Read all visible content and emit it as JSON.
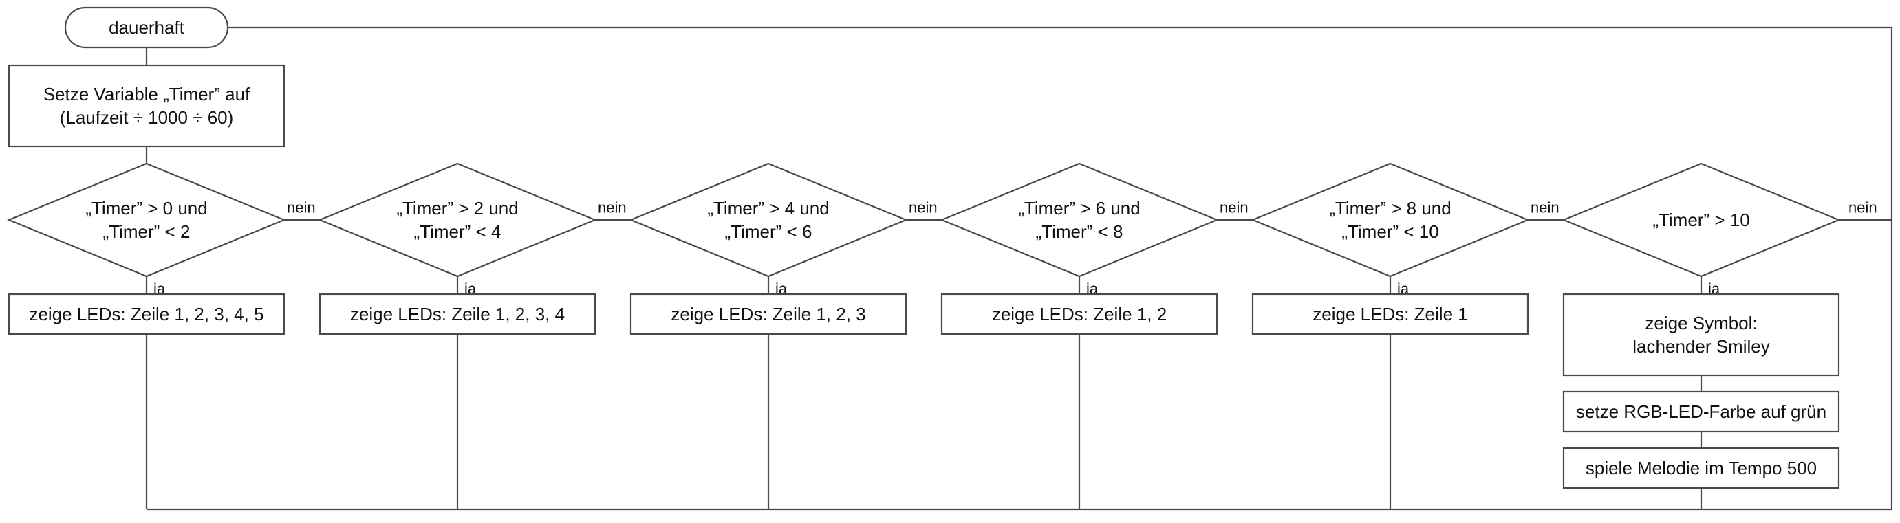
{
  "diagram": {
    "start_label": "dauerhaft",
    "init_lines": [
      "Setze Variable „Timer” auf",
      "(Laufzeit ÷ 1000 ÷ 60)"
    ],
    "no_label": "nein",
    "yes_label": "ja",
    "decisions": [
      {
        "lines": [
          "„Timer” > 0 und",
          "„Timer” < 2"
        ],
        "actions": [
          [
            "zeige LEDs: Zeile 1, 2, 3, 4, 5"
          ]
        ]
      },
      {
        "lines": [
          "„Timer” > 2 und",
          "„Timer” < 4"
        ],
        "actions": [
          [
            "zeige LEDs: Zeile 1, 2, 3, 4"
          ]
        ]
      },
      {
        "lines": [
          "„Timer” > 4 und",
          "„Timer” < 6"
        ],
        "actions": [
          [
            "zeige LEDs: Zeile 1, 2, 3"
          ]
        ]
      },
      {
        "lines": [
          "„Timer” > 6 und",
          "„Timer” < 8"
        ],
        "actions": [
          [
            "zeige LEDs: Zeile 1, 2"
          ]
        ]
      },
      {
        "lines": [
          "„Timer” > 8 und",
          "„Timer” < 10"
        ],
        "actions": [
          [
            "zeige LEDs: Zeile 1"
          ]
        ]
      },
      {
        "lines": [
          "„Timer” > 10"
        ],
        "actions": [
          [
            "zeige Symbol:",
            "lachender Smiley"
          ],
          [
            "setze RGB-LED-Farbe auf grün"
          ],
          [
            "spiele Melodie im Tempo 500"
          ]
        ]
      }
    ]
  }
}
